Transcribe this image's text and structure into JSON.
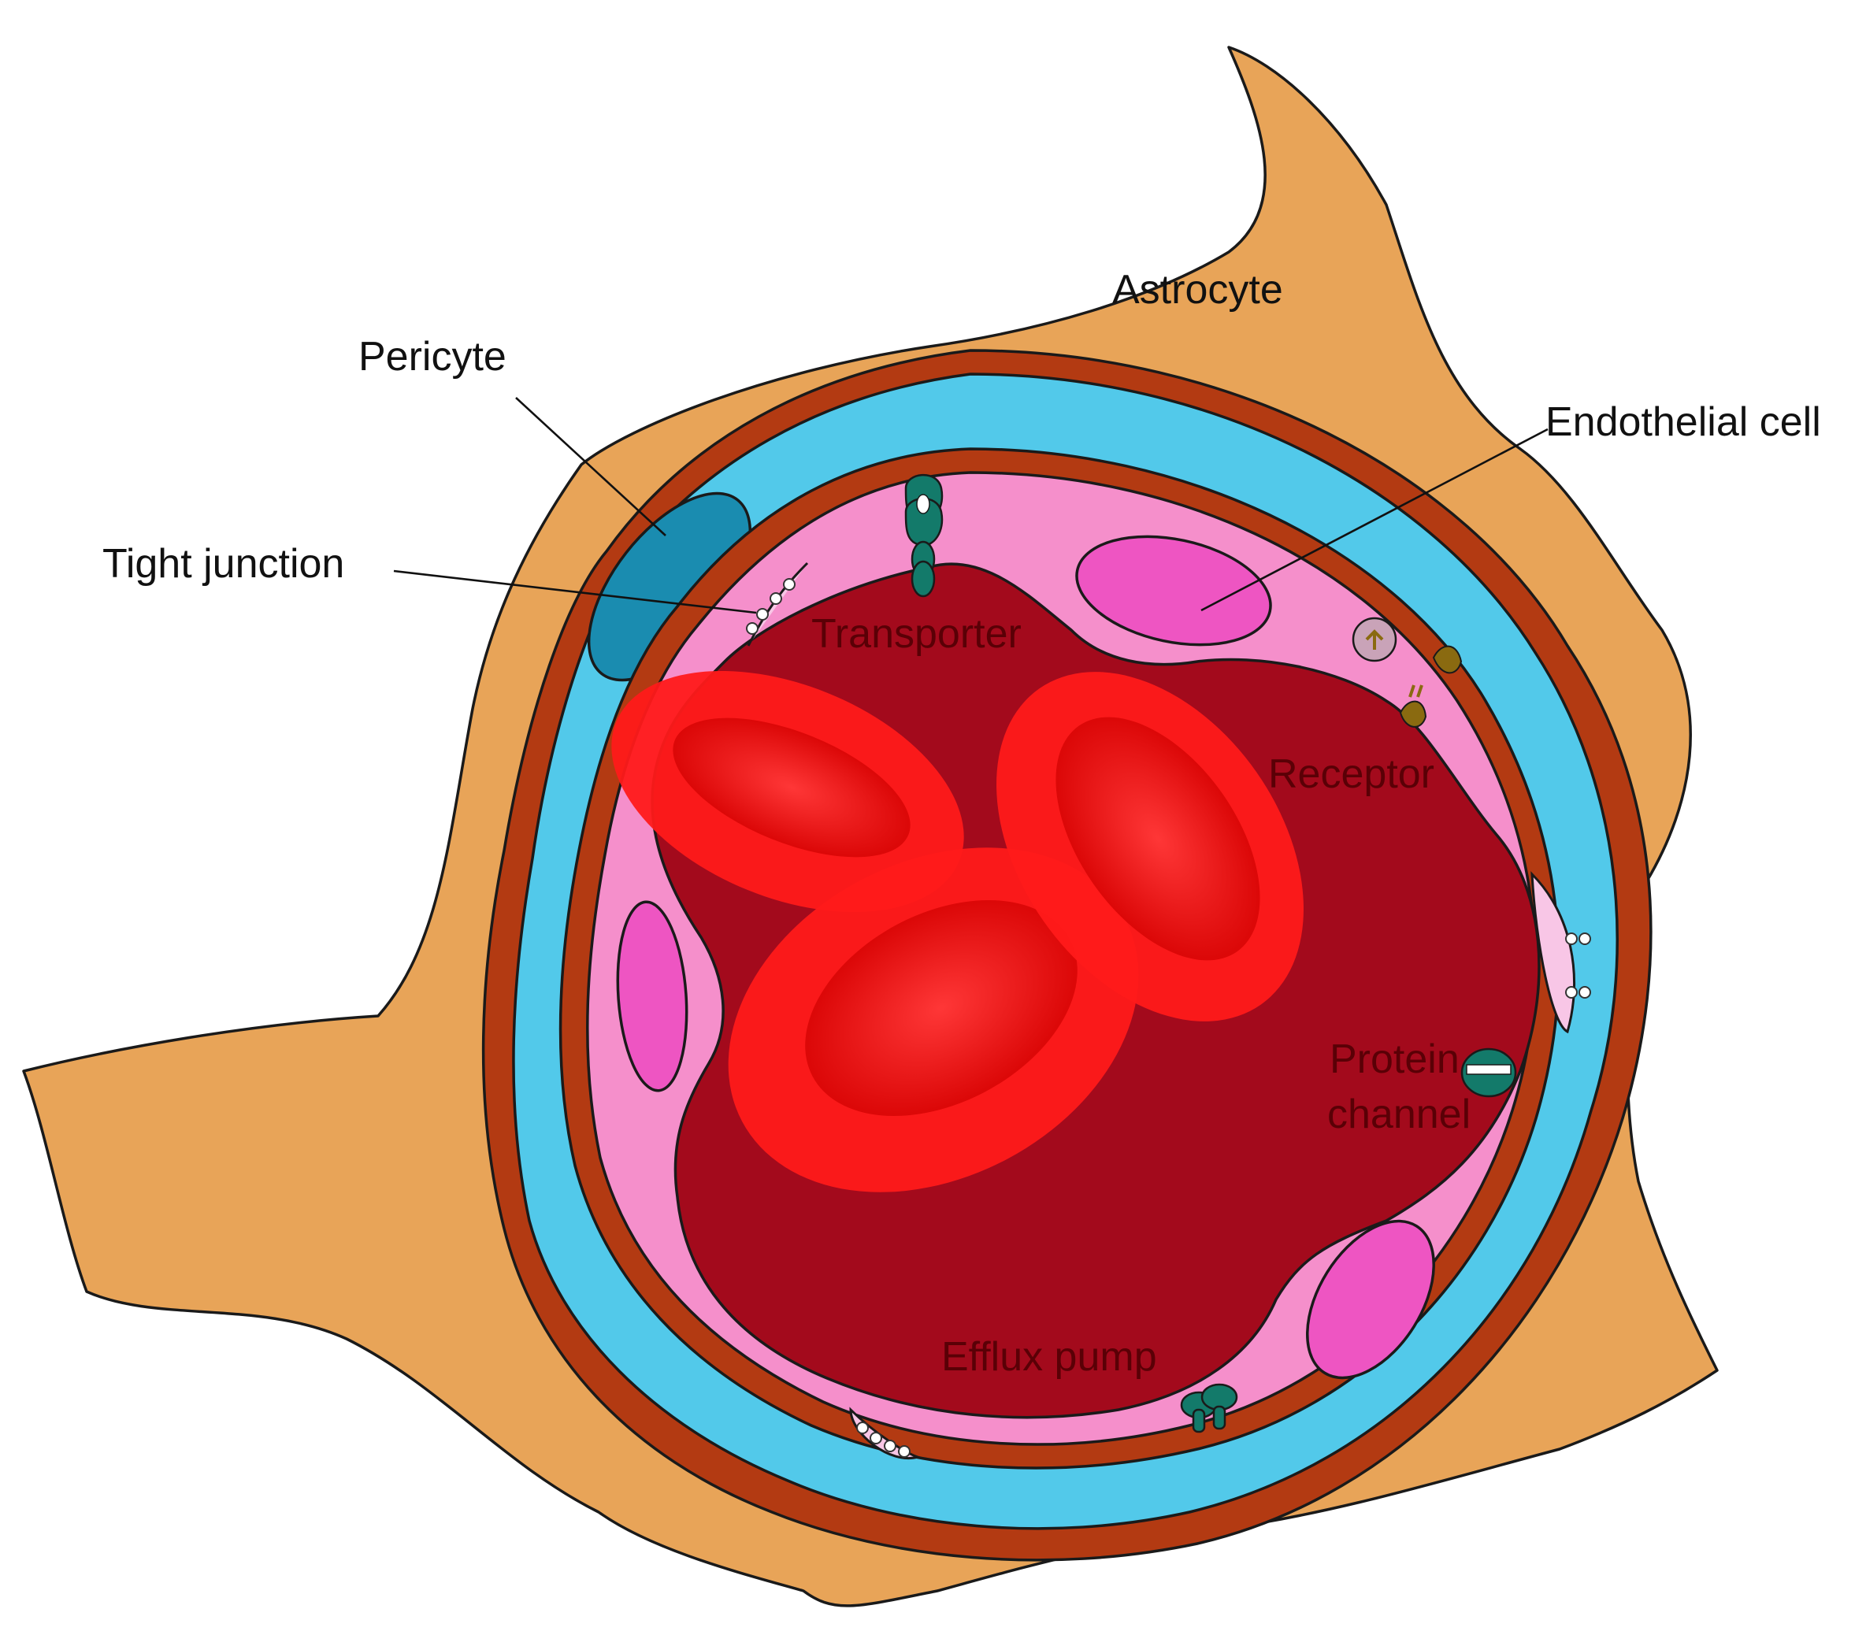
{
  "labels": {
    "astrocyte": "Astrocyte",
    "pericyte": "Pericyte",
    "endothelial_cell": "Endothelial cell",
    "tight_junction": "Tight junction",
    "transporter": "Transporter",
    "receptor": "Receptor",
    "protein_channel_line1": "Protein",
    "protein_channel_line2": "channel",
    "efflux_pump": "Efflux pump"
  },
  "colors": {
    "astrocyte": "#E8A458",
    "basement_membrane": "#B33A12",
    "pericyte_layer": "#52C9EA",
    "pericyte_cell": "#1A8CB0",
    "endothelium": "#F58FCB",
    "endothelial_nucleus": "#EE55C2",
    "lumen": "#A30A1C",
    "red_blood_cell": "#FF1A1A",
    "membrane_protein": "#137A6A",
    "receptor_protein": "#8A6A10"
  }
}
